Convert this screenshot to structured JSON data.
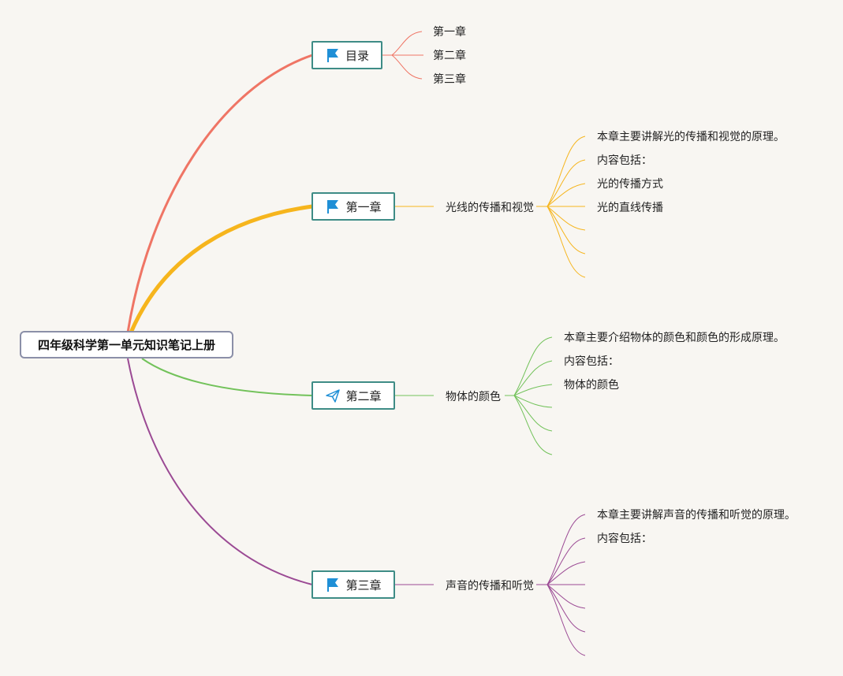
{
  "root": {
    "title": "四年级科学第一单元知识笔记上册"
  },
  "branches": [
    {
      "label": "目录",
      "icon": "flag-icon",
      "color": "#ef7565",
      "children": [
        "第一章",
        "第二章",
        "第三章"
      ]
    },
    {
      "label": "第一章",
      "icon": "flag-icon",
      "color": "#f6b51d",
      "topic": "光线的传播和视觉",
      "details": [
        "本章主要讲解光的传播和视觉的原理。",
        "内容包括：",
        "光的传播方式",
        "光的直线传播",
        "",
        "",
        ""
      ]
    },
    {
      "label": "第二章",
      "icon": "paper-plane-icon",
      "color": "#72c25a",
      "topic": "物体的颜色",
      "details": [
        "本章主要介绍物体的颜色和颜色的形成原理。",
        "内容包括：",
        "物体的颜色",
        "",
        "",
        ""
      ]
    },
    {
      "label": "第三章",
      "icon": "flag-icon",
      "color": "#9b4a94",
      "topic": "声音的传播和听觉",
      "details": [
        "本章主要讲解声音的传播和听觉的原理。",
        "内容包括：",
        "",
        "",
        "",
        "",
        ""
      ]
    }
  ]
}
